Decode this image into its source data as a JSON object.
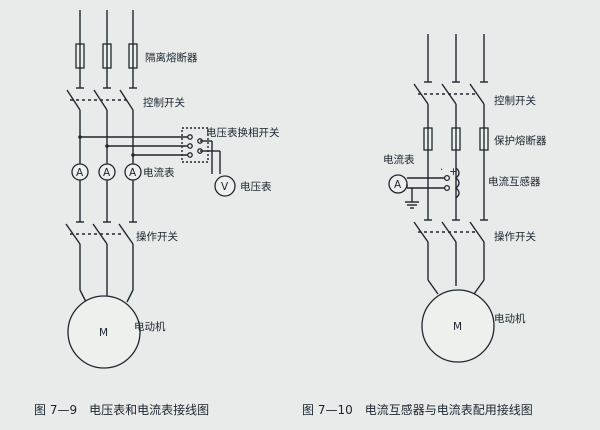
{
  "left_diagram": {
    "labels": {
      "isolating_fuse": "隔离熔断器",
      "control_switch": "控制开关",
      "voltmeter_switch": "电压表换相开关",
      "voltmeter": "电压表",
      "ammeter": "电流表",
      "operation_switch": "操作开关",
      "motor": "电动机"
    },
    "symbols": {
      "ammeter": "A",
      "voltmeter": "V",
      "motor": "M"
    },
    "caption": "图 7—9　电压表和电流表接线图"
  },
  "right_diagram": {
    "labels": {
      "control_switch": "控制开关",
      "protect_fuse": "保护熔断器",
      "ammeter": "电流表",
      "ct": "电流互感器",
      "operation_switch": "操作开关",
      "motor": "电动机"
    },
    "symbols": {
      "ammeter": "A",
      "motor": "M"
    },
    "caption": "图 7—10　电流互感器与电流表配用接线图"
  },
  "colors": {
    "background": "#e8ebe9",
    "ink": "#1e2830"
  }
}
